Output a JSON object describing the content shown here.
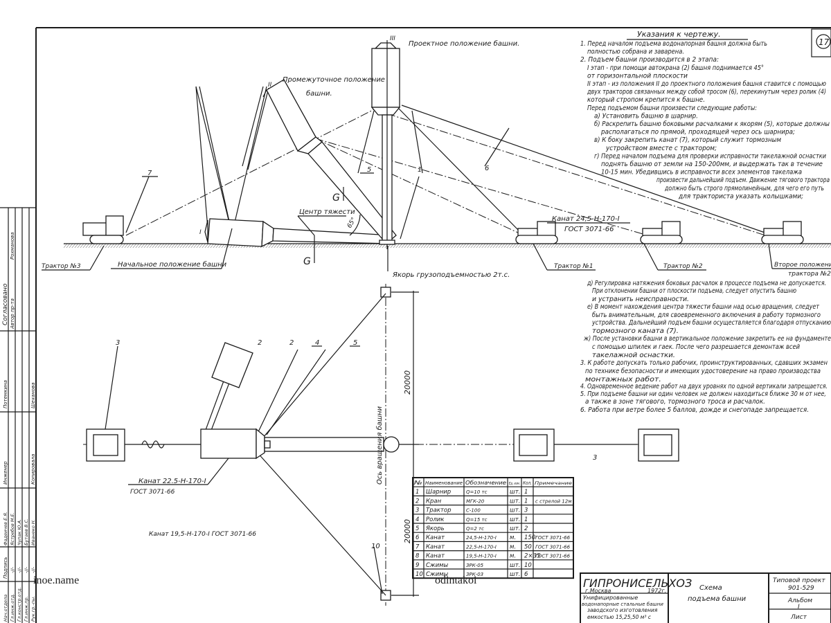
{
  "sheet_number": "17",
  "notes": {
    "title": "Указания к чертежу.",
    "upper": [
      "1. Перед началом подъема водонапорная башня должна быть",
      "полностью собрана и заварена.",
      "2. Подъем башни производится в 2 этапа:",
      "I этап - при помощи автокрана (2) башня поднимается 45°",
      "от горизонтальной плоскости",
      "II этап - из положения II до проектного положения башня ставится с помощью",
      "двух тракторов связанных между собой тросом (6), перекинутым через ролик (4)",
      "который стропом крепится к башне.",
      "Перед подъемом башни произвести следующие работы:",
      "а) Установить башню в шарнир.",
      "б) Раскрепить башню боковыми расчалками к якорям (5), которые должны",
      "располагаться по прямой, проходящей через ось шарнира;",
      "в) К боку закрепить канат (7), который служит тормозным",
      "устройством вместе с трактором;",
      "г) Перед началом подъема для проверки исправности такелажной оснастки",
      "поднять башню от земли на 150-200мм, и выдержать так в течение",
      "10-15 мин. Убедившись в исправности всех элементов такелажа",
      "произвести дальнейший подъем. Движение тягового трактора",
      "должно быть строго прямолинейным, для чего его путь",
      "для тракториста указать колышками;"
    ],
    "lower": [
      "д) Регулировка натяжения боковых расчалок в процессе подъема не допускается.",
      "При отклонении башни от плоскости подъема, следует опустить башню",
      "и устранить неисправности.",
      "е) В момент нахождения центра тяжести башни над осью вращения, следует",
      "быть внимательным, для своевременного включения в работу тормозного",
      "устройства. Дальнейший подъем башни осуществляется благодаря отпусканию",
      "тормозного каната (7).",
      "ж) После установки башни в вертикальное положение закрепить ее на фундаменте",
      "с помощью шпилек и гаек. После чего разрешается демонтаж всей",
      "такелажной оснастки.",
      "3. К работе допускать только рабочих, проинструктированных, сдавших экзамен",
      "по технике безопасности и имеющих удостоверение на право производства",
      "монтажных работ.",
      "4. Одновременное ведение работ на двух уровнях по одной вертикали запрещается.",
      "5. При подъеме башни ни один человек не должен находиться ближе 30 м от нее,",
      "а также в зоне тягового, тормозного троса и расчалок.",
      "6. Работа при ветре более 5 баллов, дожде и снегопаде запрещается."
    ]
  },
  "elevation": {
    "design_position": "Проектное положение башни.",
    "intermediate_position_1": "Промежуточное положение",
    "intermediate_position_2": "башни.",
    "pos_3": "III",
    "pos_2": "II",
    "pos_1": "I",
    "center_of_gravity": "Центр тяжести",
    "angle": "65°",
    "g1": "G",
    "g2": "G",
    "mark_5": "5",
    "mark_1": "1",
    "mark_6": "6",
    "mark_7": "7",
    "rope_1": "Канат 24,5-Н-170-I",
    "rope_1_gost": "ГОСТ 3071-66",
    "tractor_3": "Трактор №3",
    "initial_position": "Начальное положение башни",
    "anchor": "Якорь грузоподъемностью 2т.с.",
    "tractor_1": "Трактор №1",
    "tractor_2": "Трактор №2",
    "second_position_1": "Второе положение",
    "second_position_2": "трактора №2."
  },
  "plan": {
    "axis_label": "Ось вращения башни",
    "dim_top": "20000",
    "dim_bottom": "20000",
    "rope_2": "Канат 22.5-Н-170-I",
    "rope_2_gost": "ГОСТ 3071-66",
    "rope_3": "Канат 19,5-Н-170-I   ГОСТ 3071-66",
    "m3a": "3",
    "m2a": "2",
    "m2b": "2",
    "m4": "4",
    "m5": "5",
    "m3b": "3",
    "m10": "10"
  },
  "spec_table": {
    "headers": [
      "№",
      "Наименование",
      "Обозначение",
      "Ед. изм.",
      "Кол.",
      "Примечание"
    ],
    "rows": [
      [
        "1",
        "Шарнир",
        "Q=10 тс",
        "шт.",
        "1",
        ""
      ],
      [
        "2",
        "Кран",
        "МГК-20",
        "шт.",
        "1",
        "с стрелой 12м"
      ],
      [
        "3",
        "Трактор",
        "С-100",
        "шт.",
        "3",
        ""
      ],
      [
        "4",
        "Ролик",
        "Q=15 тс",
        "шт.",
        "1",
        ""
      ],
      [
        "5",
        "Якорь",
        "Q=2 тс",
        "шт.",
        "2",
        ""
      ],
      [
        "6",
        "Канат",
        "24,5-Н-170-I",
        "м.",
        "150",
        "ГОСТ 3071-66"
      ],
      [
        "7",
        "Канат",
        "22,5-Н-170-I",
        "м.",
        "50",
        "ГОСТ 3071-66"
      ],
      [
        "8",
        "Канат",
        "19,5-Н-170-I",
        "м.",
        "2×35",
        "ГОСТ 3071-66"
      ],
      [
        "9",
        "Сжимы",
        "ЗРК-05",
        "шт.",
        "10",
        ""
      ],
      [
        "10",
        "Сжимы",
        "ЗРК-03",
        "шт.",
        "6",
        ""
      ]
    ]
  },
  "title_block": {
    "org": "ГИПРОНИСЕЛЬХОЗ",
    "city": "г.Москва",
    "year": "1972г.",
    "desc_1": "Унифицированные",
    "desc_2": "водонапорные стальные башни",
    "desc_3": "заводского изготовления",
    "desc_4": "емкостью 15,25,50 м³ с",
    "drawing_title_1": "Схема",
    "drawing_title_2": "подъема башни",
    "project_label": "Типовой проект",
    "project_number": "901-529",
    "album_label": "Альбом",
    "album_number": "I",
    "sheet_label": "Лист"
  },
  "stamp": {
    "agreed": "Согласовано",
    "author": "Автор пр-та",
    "agreed_name": "Рохманова",
    "potemkina": "Потемкина",
    "checker": "Шеханова",
    "engineer": "Инженер",
    "copied": "Копировала",
    "roles": [
      "Нач.отдела",
      "Гл.инж.отд.",
      "Гл.констр.отд.",
      "Гл.инж.пр.",
      "Рук.гр.-пы."
    ],
    "signature_header": "Подпись",
    "signatures": [
      "-//-",
      "-//-",
      "-//-",
      "-//-"
    ],
    "names": [
      "Фадеичев Е.Я.",
      "Ястребов М.Е.",
      "Чупак Ю.А.",
      "Бутаев В.С.",
      "Иванеко Н."
    ]
  },
  "watermarks": [
    "inoe.name",
    "odintakoi"
  ]
}
